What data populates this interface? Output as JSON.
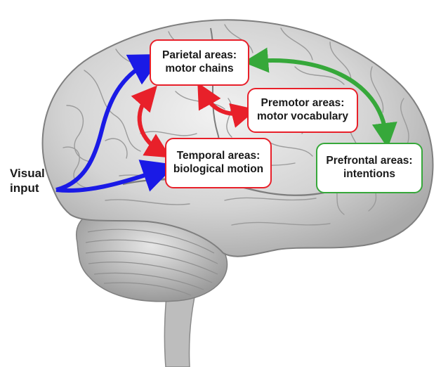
{
  "boxes": {
    "parietal": {
      "line1": "Parietal areas:",
      "line2": "motor chains",
      "border_color": "#e8202a"
    },
    "premotor": {
      "line1": "Premotor areas:",
      "line2": "motor vocabulary",
      "border_color": "#e8202a"
    },
    "temporal": {
      "line1": "Temporal areas:",
      "line2": "biological motion",
      "border_color": "#e8202a"
    },
    "prefrontal": {
      "line1": "Prefrontal areas:",
      "line2": "intentions",
      "border_color": "#36a83a"
    }
  },
  "input_label": {
    "line1": "Visual",
    "line2": "input"
  },
  "colors": {
    "visual_input_arrow": "#1a1ae6",
    "bidirectional_red_arrow": "#e8202a",
    "bidirectional_green_arrow": "#36a83a",
    "brain_fill": "#d6d6d6",
    "brain_outline": "#8a8a8a"
  }
}
